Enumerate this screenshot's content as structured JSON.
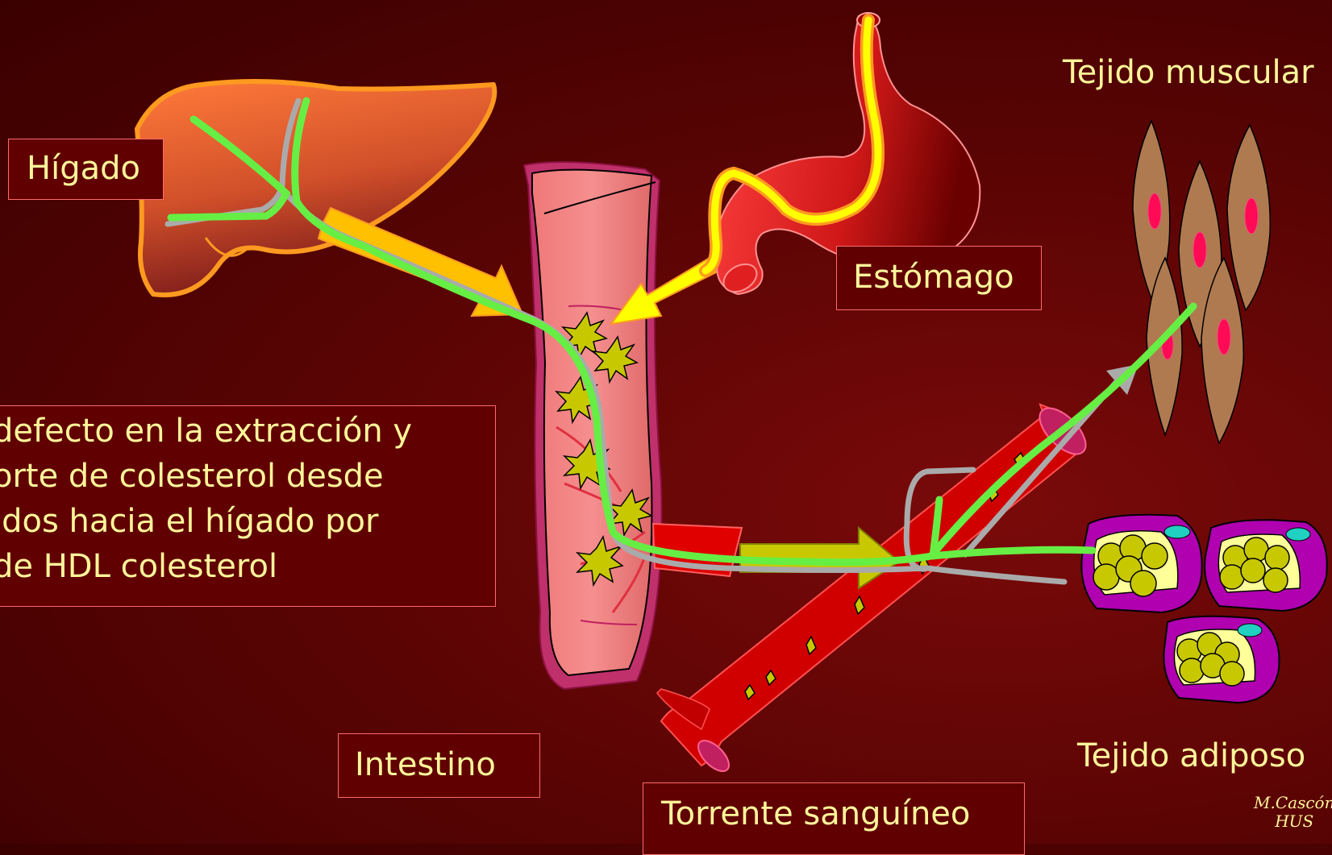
{
  "labels": {
    "liver": "Hígado",
    "stomach": "Estómago",
    "intestine": "Intestino",
    "bloodstream": "Torrente sanguíneo",
    "muscle": "Tejido muscular",
    "adipose": "Tejido adiposo"
  },
  "note": {
    "lines": [
      "defecto en la extracción y",
      "orte de colesterol desde",
      "idos hacia el hígado por",
      "de HDL colesterol"
    ]
  },
  "signature": {
    "line1": "M.Cascón",
    "line2": "HUS"
  },
  "colors": {
    "background": "#5c0404",
    "label_text": "#fff59a",
    "box_border": "#ff6a6a",
    "hdl_path": "#66ee44",
    "return_path": "#aaaaaa",
    "stomach_path": "#ffff00",
    "liver": "#e8622a",
    "intestine": "#f08080",
    "vessel": "#d00000",
    "muscle_cell": "#b07a50",
    "adipocyte": "#b000b0"
  }
}
